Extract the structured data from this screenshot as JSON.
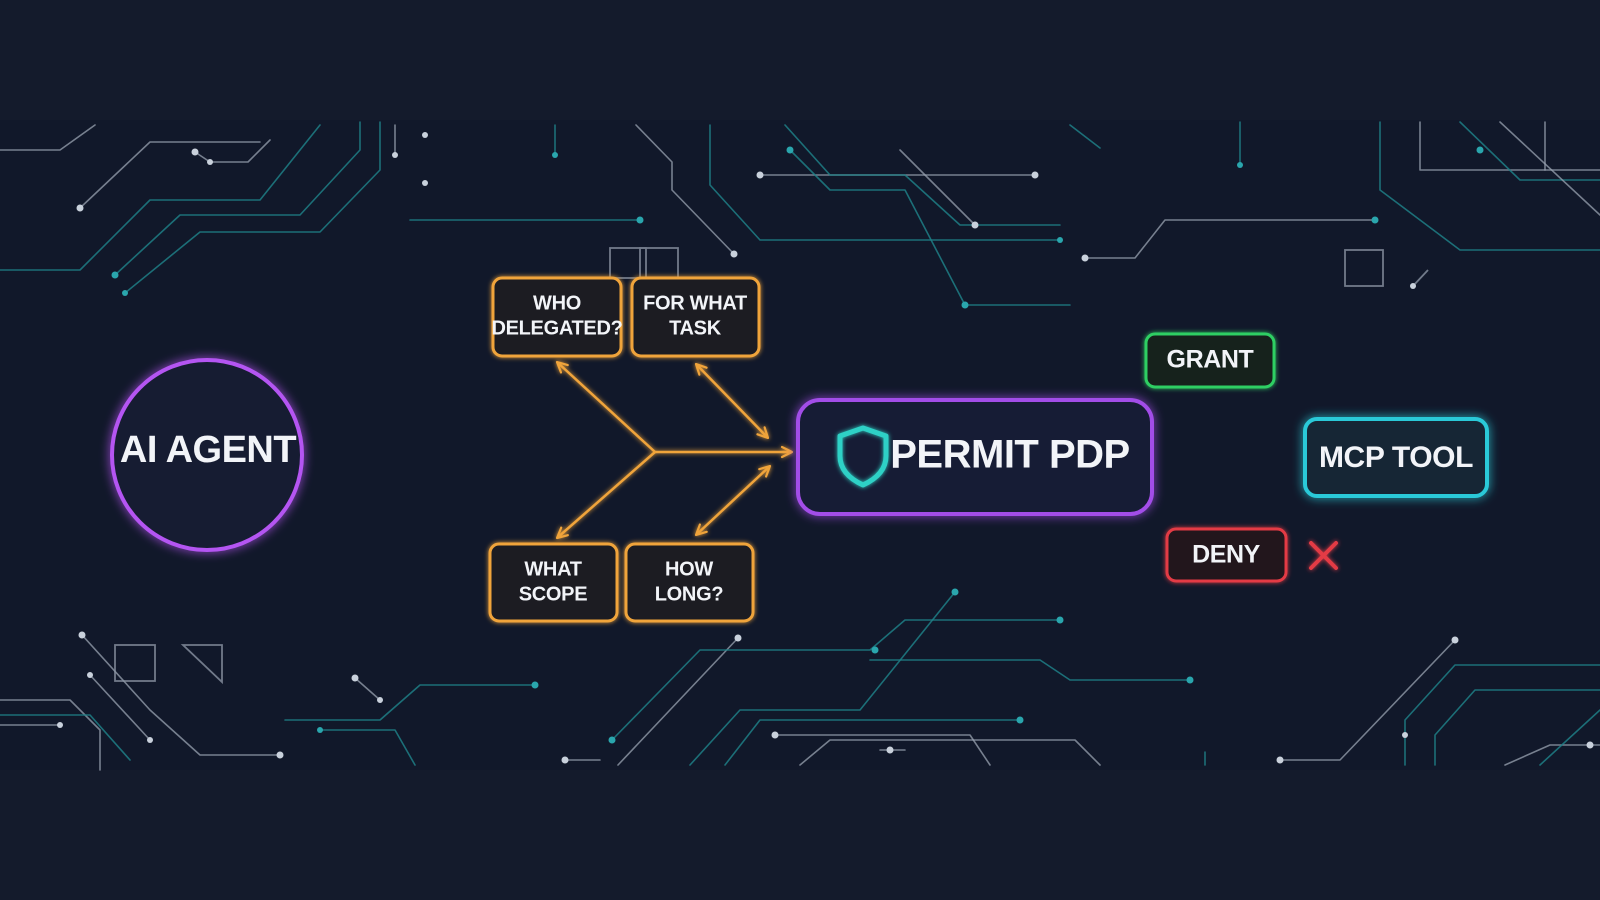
{
  "agent": {
    "label": "AI AGENT",
    "color": "#b455f2"
  },
  "questions": {
    "color": "#f0a43a",
    "top_left": [
      "WHO",
      "DELEGATED?"
    ],
    "top_right": [
      "FOR WHAT",
      "TASK"
    ],
    "bottom_left": [
      "WHAT",
      "SCOPE"
    ],
    "bottom_right": [
      "HOW",
      "LONG?"
    ]
  },
  "pdp": {
    "label": "PERMIT PDP",
    "icon": "shield-icon",
    "color": "#a24ee8",
    "icon_color": "#2fd1c6"
  },
  "decisions": {
    "grant": {
      "label": "GRANT",
      "color": "#2fcf63"
    },
    "deny": {
      "label": "DENY",
      "color": "#e33a44",
      "icon": "x-icon"
    }
  },
  "tool": {
    "label": "MCP TOOL",
    "color": "#29c9d8"
  },
  "colors": {
    "background": "#141b2c",
    "teal_arrow": "#33c6c9",
    "trace_teal": "#1f7f86",
    "trace_grey": "#9aa3b2"
  }
}
